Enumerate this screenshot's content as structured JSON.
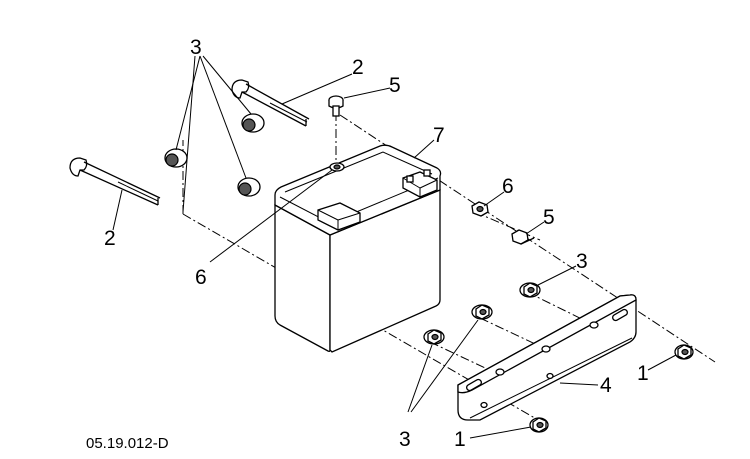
{
  "callouts": {
    "c1a": "1",
    "c1b": "1",
    "c2a": "2",
    "c2b": "2",
    "c3a": "3",
    "c3b": "3",
    "c3c": "3",
    "c4": "4",
    "c5a": "5",
    "c5b": "5",
    "c6a": "6",
    "c6b": "6",
    "c7": "7"
  },
  "reference": "05.19.012-D"
}
